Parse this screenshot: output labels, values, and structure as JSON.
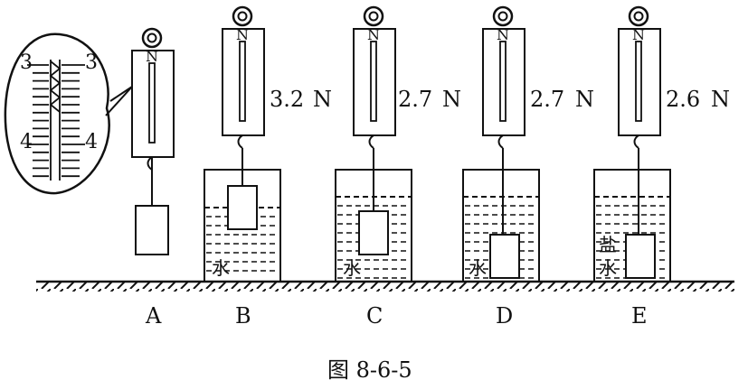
{
  "zoom_scale": {
    "top_left": "3",
    "top_right": "3",
    "bottom_left": "4",
    "bottom_right": "4"
  },
  "setups": [
    {
      "id": "A",
      "label": "A",
      "reading": "",
      "unit": "",
      "liquid": ""
    },
    {
      "id": "B",
      "label": "B",
      "reading": "3.2",
      "unit": "N",
      "liquid": "水"
    },
    {
      "id": "C",
      "label": "C",
      "reading": "2.7",
      "unit": "N",
      "liquid": "水"
    },
    {
      "id": "D",
      "label": "D",
      "reading": "2.7",
      "unit": "N",
      "liquid": "水"
    },
    {
      "id": "E",
      "label": "E",
      "reading": "2.6",
      "unit": "N",
      "liquid_line1": "盐",
      "liquid_line2": "水"
    }
  ],
  "spring_scale_mark": "N",
  "caption": "图 8-6-5",
  "colors": {
    "ink": "#111111",
    "background": "#ffffff"
  }
}
